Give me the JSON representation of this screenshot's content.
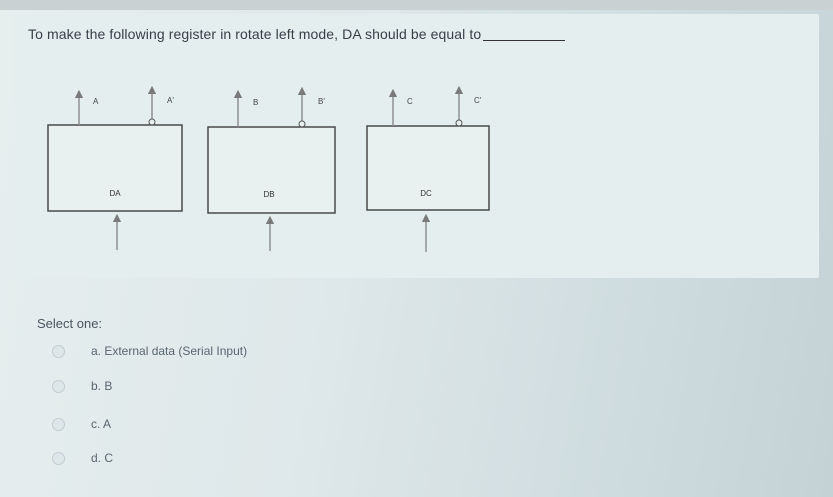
{
  "question": {
    "text": "To make the following register in rotate left mode, DA should be equal to"
  },
  "diagram": {
    "registers": [
      {
        "name": "DA",
        "outputs": [
          "A",
          "A'"
        ]
      },
      {
        "name": "DB",
        "outputs": [
          "B",
          "B'"
        ]
      },
      {
        "name": "DC",
        "outputs": [
          "C",
          "C'"
        ]
      }
    ]
  },
  "answers": {
    "prompt": "Select one:",
    "options": [
      {
        "label": "a. External data (Serial Input)"
      },
      {
        "label": "b. B"
      },
      {
        "label": "c. A"
      },
      {
        "label": "d. C"
      }
    ]
  }
}
